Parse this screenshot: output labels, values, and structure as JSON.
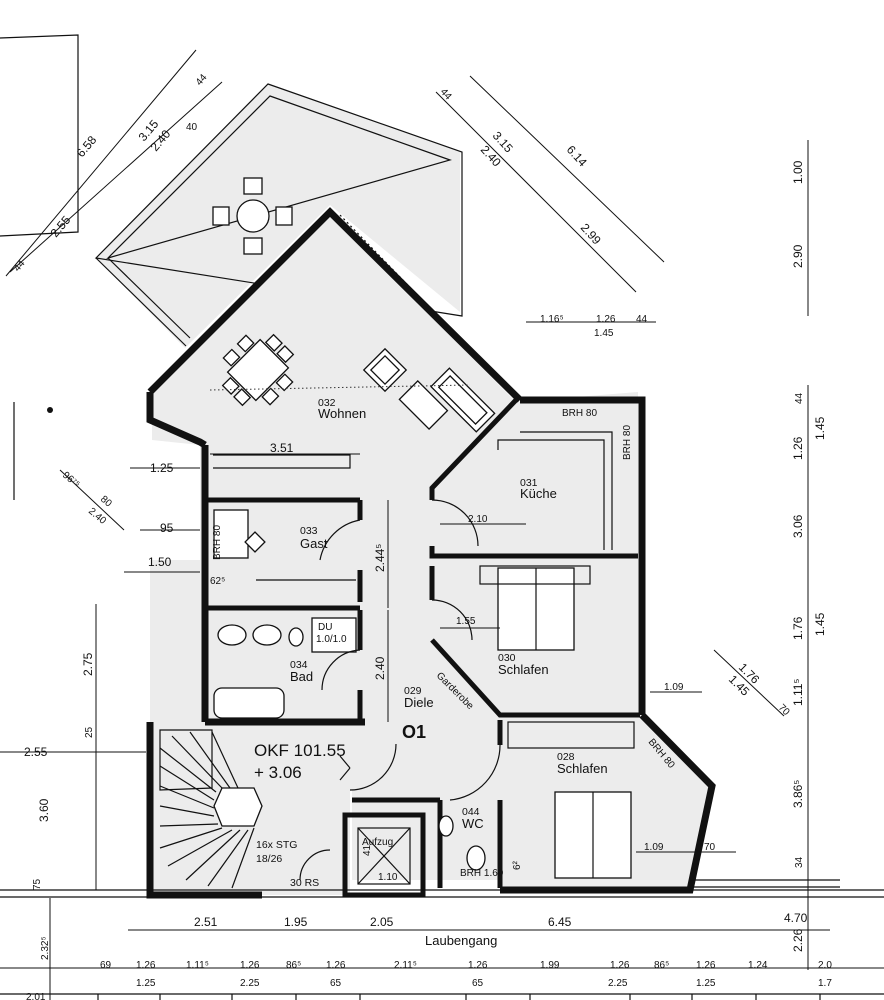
{
  "rooms": {
    "wohnen": {
      "num": "032",
      "name": "Wohnen"
    },
    "kueche": {
      "num": "031",
      "name": "Küche"
    },
    "gast": {
      "num": "033",
      "name": "Gast"
    },
    "bad": {
      "num": "034",
      "name": "Bad"
    },
    "schlafen1": {
      "num": "030",
      "name": "Schlafen"
    },
    "diele": {
      "num": "029",
      "name": "Diele"
    },
    "schlafen2": {
      "num": "028",
      "name": "Schlafen"
    },
    "wc": {
      "num": "044",
      "name": "WC"
    }
  },
  "labels": {
    "apartment": "O1",
    "okf_line1": "OKF 101.55",
    "okf_line2": "+ 3.06",
    "stairs_line1": "16x STG",
    "stairs_line2": "18/26",
    "rs": "30 RS",
    "aufzug": "Aufzug",
    "laubengang": "Laubengang",
    "garderobe": "Garderobe",
    "du": "DU",
    "du_size": "1.0/1.0",
    "brh80": "BRH 80",
    "brh160": "BRH 1.60"
  },
  "dimensions": {
    "terrace_diag": [
      "6.58",
      "3.15",
      "2.40",
      "2.55",
      "44",
      "44",
      "40"
    ],
    "right_diag": [
      "6.14",
      "3.15",
      "2.40",
      "2.99",
      "44"
    ],
    "top_right": [
      "1.16⁵",
      "1.26",
      "1.45",
      "44"
    ],
    "right_vertical": [
      "1.00",
      "2.90",
      "44",
      "1.26",
      "1.45",
      "3.06",
      "1.76",
      "1.45",
      "1.11⁵",
      "3.86⁵",
      "34",
      "2.26"
    ],
    "right_diag2": [
      "1.76",
      "1.45",
      "70"
    ],
    "left": [
      "1.25",
      "96⁷⁵",
      "80",
      "2.40",
      "95",
      "1.50",
      "62⁵",
      "2.75",
      "25",
      "2.55",
      "3.60",
      "75",
      "2.32⁵",
      "2.01"
    ],
    "interior": [
      "3.51",
      "2.10",
      "2.44⁵",
      "1.55",
      "2.40",
      "1.09",
      "1.09",
      "70",
      "6²",
      "41",
      "1.10"
    ],
    "bottom_row1": [
      "2.51",
      "1.95",
      "2.05",
      "6.45",
      "4.70"
    ],
    "bottom_row2": [
      "69",
      "1.26",
      "1.11⁵",
      "1.26",
      "86⁵",
      "1.26",
      "2.11⁵",
      "1.26",
      "1.99",
      "1.26",
      "86⁵",
      "1.26",
      "1.24",
      "2.0"
    ],
    "bottom_row3": [
      "1.25",
      "2.25",
      "65",
      "65",
      "2.25",
      "1.25",
      "1.7"
    ]
  }
}
